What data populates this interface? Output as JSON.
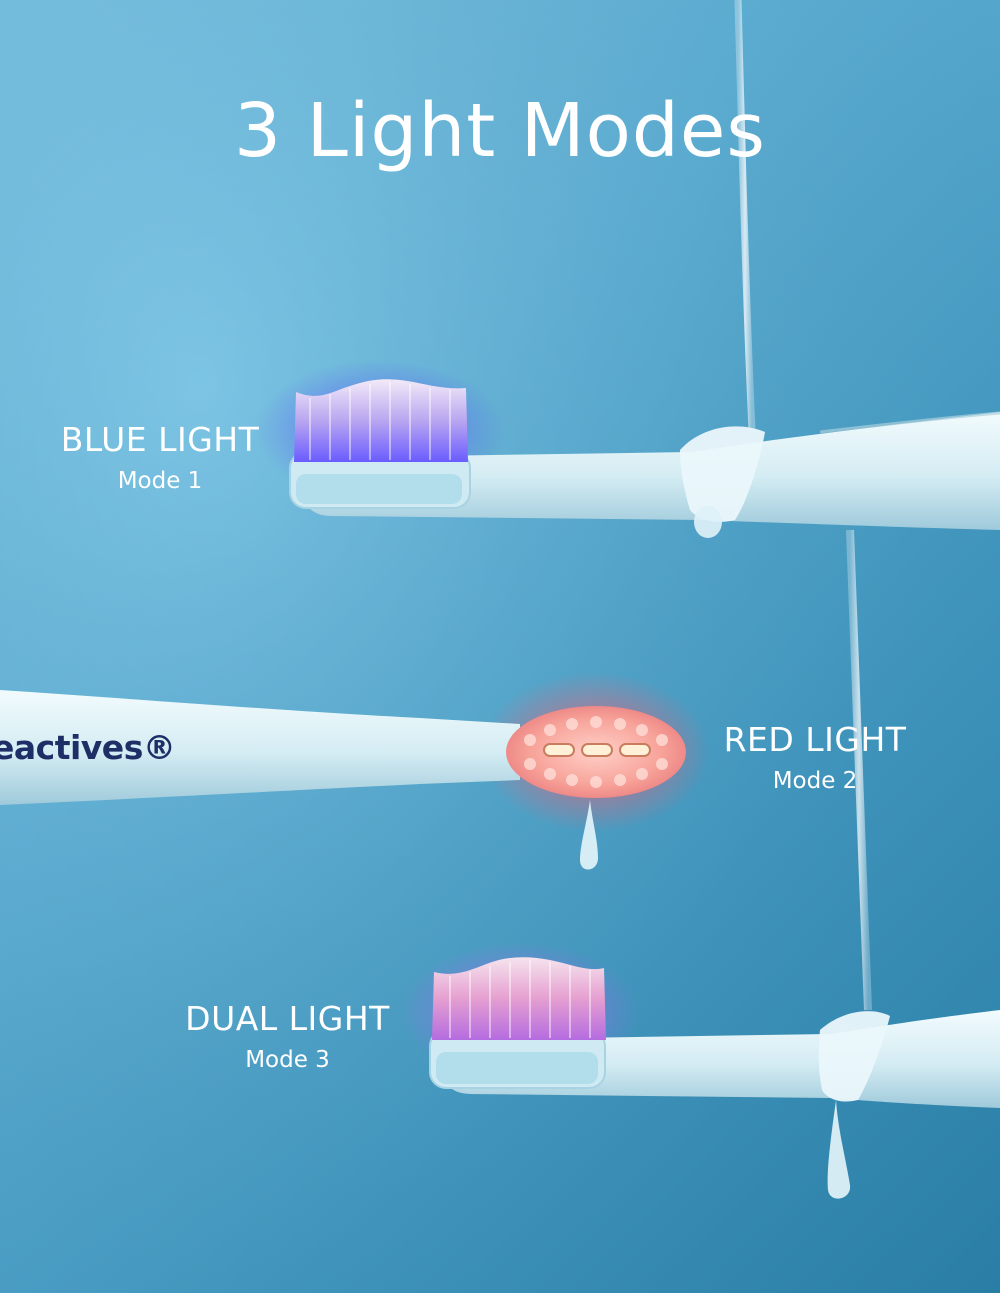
{
  "title": "3 Light Modes",
  "brand_text": "eactives®",
  "colors": {
    "background": "#5fb0d6",
    "handle": "#d9eef4",
    "gel": "#e9f6fa",
    "blue_light": "#6a5cff",
    "red_light": "#ff6a78",
    "brand_text": "#1d2f66"
  },
  "modes": [
    {
      "name": "BLUE LIGHT",
      "label": "Mode 1"
    },
    {
      "name": "RED LIGHT",
      "label": "Mode 2"
    },
    {
      "name": "DUAL LIGHT",
      "label": "Mode 3"
    }
  ]
}
